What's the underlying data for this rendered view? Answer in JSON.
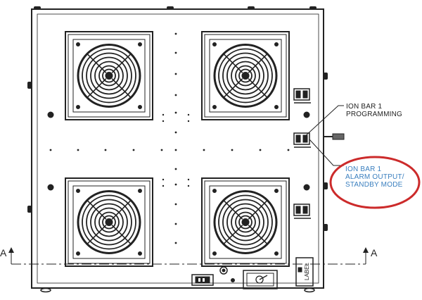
{
  "callouts": {
    "programming": {
      "line1": "ION BAR 1",
      "line2": "PROGRAMMING"
    },
    "alarm": {
      "line1": "ION BAR 1",
      "line2": "ALARM OUTPUT/",
      "line3": "STANDBY MODE"
    }
  },
  "section_marker": {
    "left": "A",
    "right": "A"
  },
  "label_plate": "LABEL",
  "colors": {
    "line": "#222222",
    "highlight": "#cc2b2b",
    "callout_text": "#3a7fbf"
  }
}
